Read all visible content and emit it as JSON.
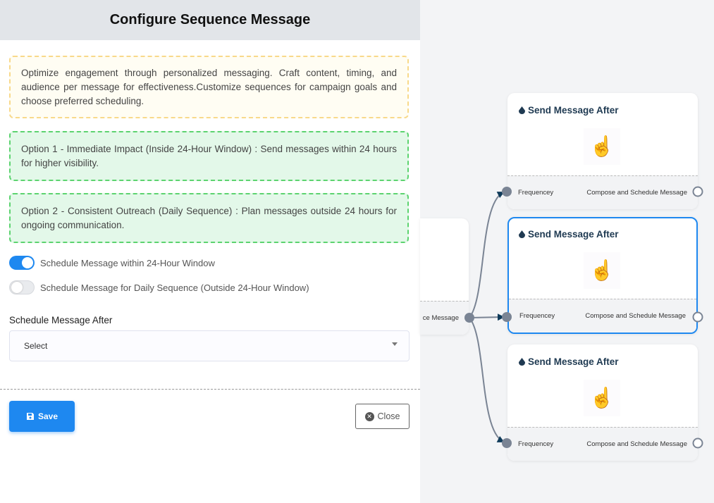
{
  "panel": {
    "title": "Configure Sequence Message",
    "info": "Optimize engagement through personalized messaging. Craft content, timing, and audience per message for effectiveness.Customize sequences for campaign goals and choose preferred scheduling.",
    "option1": "Option 1 - Immediate Impact (Inside 24-Hour Window) : Send messages within 24 hours for higher visibility.",
    "option2": "Option 2 - Consistent Outreach (Daily Sequence) : Plan messages outside 24 hours for ongoing communication.",
    "toggles": [
      {
        "label": "Schedule Message within 24-Hour Window",
        "on": true
      },
      {
        "label": "Schedule Message for Daily Sequence (Outside 24-Hour Window)",
        "on": false
      }
    ],
    "select_label": "Schedule Message After",
    "select_value": "Select",
    "save": "Save",
    "close": "Close",
    "accent": "#1e88f0"
  },
  "canvas": {
    "partial_node": {
      "footer": "ce Message"
    },
    "nodes": [
      {
        "title": "Send Message After",
        "left": "Frequencey",
        "right": "Compose and Schedule Message",
        "selected": false
      },
      {
        "title": "Send Message After",
        "left": "Frequencey",
        "right": "Compose and Schedule Message",
        "selected": true
      },
      {
        "title": "Send Message After",
        "left": "Frequencey",
        "right": "Compose and Schedule Message",
        "selected": false
      }
    ]
  }
}
